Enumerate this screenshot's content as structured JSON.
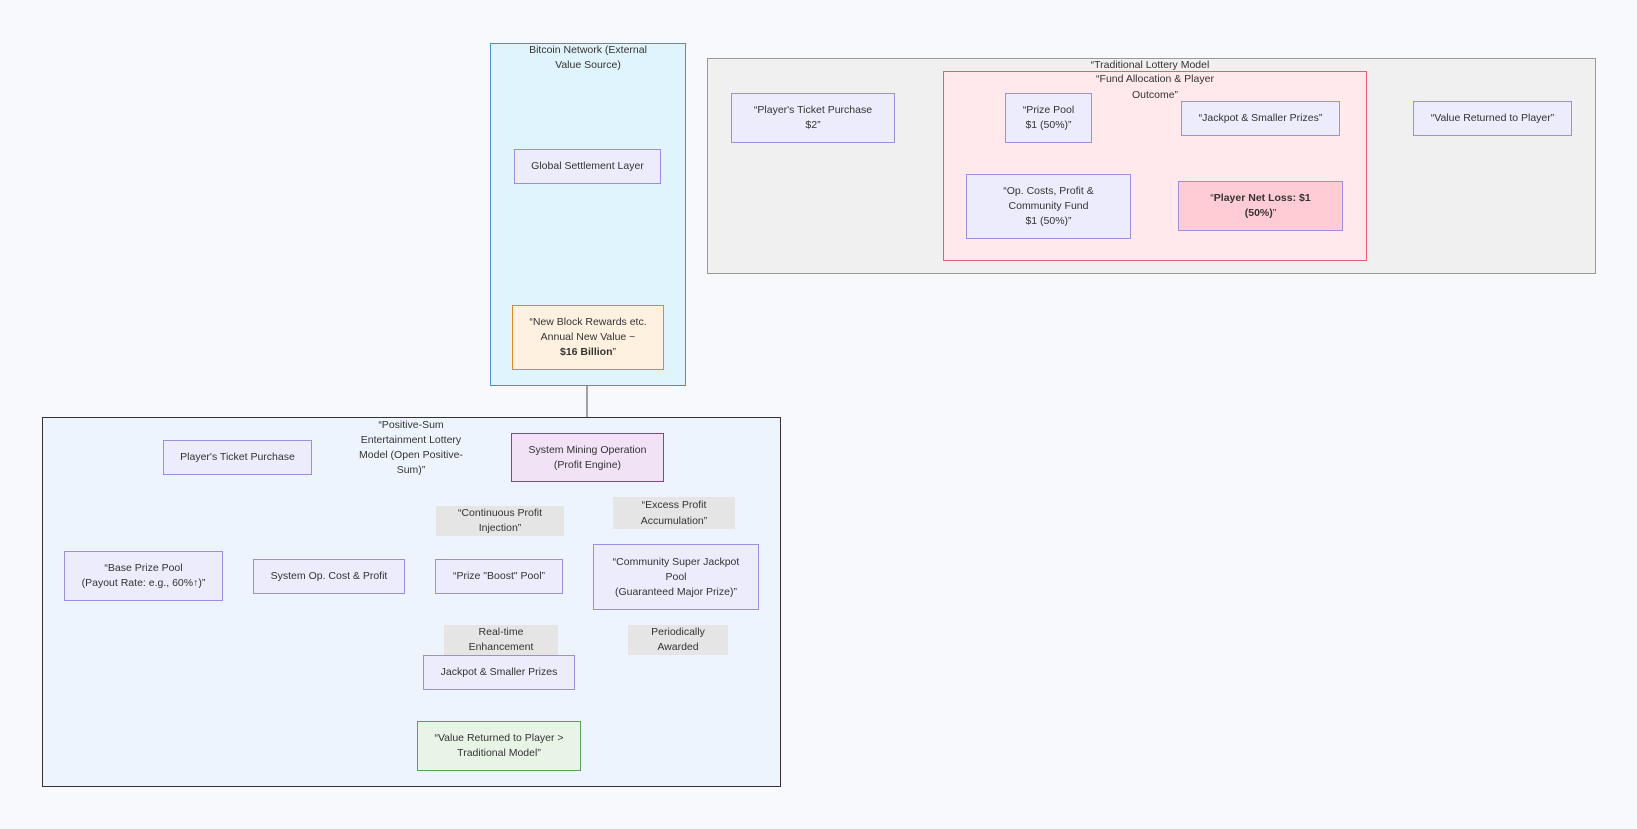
{
  "groups": {
    "bitcoin": "Bitcoin Network (External\nValue Source)",
    "traditional": "“Traditional Lottery Model",
    "allocation": "“Fund Allocation & Player\nOutcome”",
    "positive": "“Positive-Sum\nEntertainment Lottery\nModel (Open Positive-\nSum)”"
  },
  "nodes": {
    "global_settlement": "Global Settlement Layer",
    "new_block_pre": "“New Block Rewards etc.\nAnnual New Value ~\n",
    "new_block_bold": "$16 Billion",
    "new_block_post": "”",
    "trad_ticket": "“Player's Ticket Purchase\n$2”",
    "trad_prize_pool": "“Prize Pool\n$1 (50%)”",
    "trad_jackpot": "“Jackpot & Smaller Prizes”",
    "trad_value": "“Value Returned to Player”",
    "trad_opcosts": "“Op. Costs, Profit &\nCommunity Fund\n$1 (50%)”",
    "net_loss_pre": "“",
    "net_loss_bold": "Player Net Loss: $1\n(50%)",
    "net_loss_post": "”",
    "ps_ticket": "Player's Ticket Purchase",
    "mining": "System Mining Operation\n(Profit Engine)",
    "base_pool": "“Base Prize Pool\n(Payout Rate: e.g., 60%↑)”",
    "sys_op": "System Op. Cost & Profit",
    "boost_pool": "“Prize \"Boost\" Pool”",
    "super_jackpot": "“Community Super Jackpot\nPool\n(Guaranteed Major Prize)”",
    "ps_jackpot": "Jackpot & Smaller Prizes",
    "ps_value": "“Value Returned to Player >\nTraditional Model”"
  },
  "edge_labels": {
    "continuous": "“Continuous Profit Injection”",
    "excess": "“Excess Profit\nAccumulation”",
    "realtime": "Real-time Enhancement",
    "periodic": "Periodically Awarded"
  },
  "colors": {
    "node_fill": "#ececfc",
    "node_border": "#9c8fe0",
    "bitcoin_fill": "#e0f4fd",
    "bitcoin_border": "#4a90c8",
    "orange_fill": "#fff1df",
    "orange_border": "#e08a2c",
    "trad_fill": "#f0f0f0",
    "alloc_fill": "#ffe9ec",
    "alloc_border": "#e06070",
    "loss_fill": "#ffccd5",
    "mining_fill": "#f1e2f6",
    "mining_border": "#8a3fa0",
    "green_fill": "#e8f4e6",
    "green_border": "#5aa05a",
    "positive_fill": "#eef4fd"
  }
}
